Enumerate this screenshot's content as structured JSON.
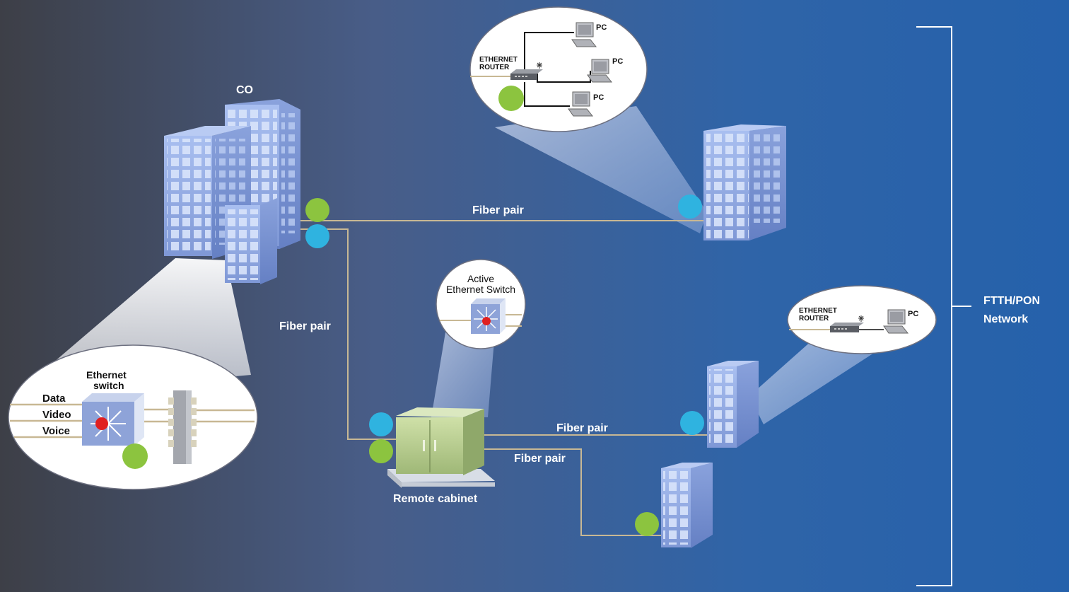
{
  "labels": {
    "co": "CO",
    "fiber_pair_top": "Fiber pair",
    "fiber_pair_left": "Fiber pair",
    "fiber_pair_mid": "Fiber pair",
    "fiber_pair_low": "Fiber pair",
    "remote_cabinet": "Remote cabinet",
    "network_line1": "FTTH/PON",
    "network_line2": "Network"
  },
  "callout_co": {
    "title_line1": "Ethernet",
    "title_line2": "switch",
    "inputs": [
      "Data",
      "Video",
      "Voice"
    ]
  },
  "callout_active_switch": {
    "title_line1": "Active",
    "title_line2": "Ethernet Switch"
  },
  "callout_top": {
    "router_line1": "ETHERNET",
    "router_line2": "ROUTER",
    "pcs": [
      "PC",
      "PC",
      "PC"
    ]
  },
  "callout_right": {
    "router_line1": "ETHERNET",
    "router_line2": "ROUTER",
    "pc": "PC"
  },
  "colors": {
    "bg_dark": "#3d3f47",
    "bg_mid": "#44608f",
    "bg_right": "#2561ab",
    "fiber": "#c8b894",
    "green_dot": "#8cc43f",
    "blue_dot": "#2fb3e0",
    "building": "#93aee4",
    "cabinet": "#b8d08a"
  }
}
